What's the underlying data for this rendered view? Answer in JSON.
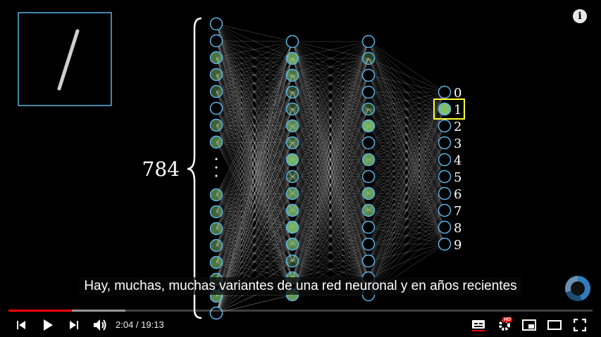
{
  "video": {
    "input_count": "784",
    "output_labels": [
      "0",
      "1",
      "2",
      "3",
      "4",
      "5",
      "6",
      "7",
      "8",
      "9"
    ],
    "highlighted_output": 1,
    "subtitle": "Hay, muchas, muchas variantes de una red neuronal y en años recientes"
  },
  "player": {
    "info_icon": "info-icon",
    "current_time": "2:04",
    "duration": "19:13",
    "time_separator": " / ",
    "played_fraction": 0.108,
    "buffered_fraction": 0.2,
    "hd_badge": "HD"
  },
  "colors": {
    "node_stroke": "#5ab4e6",
    "node_fill": "#7fbf6e",
    "highlight": "#ffff33",
    "progress": "#ff0000"
  }
}
